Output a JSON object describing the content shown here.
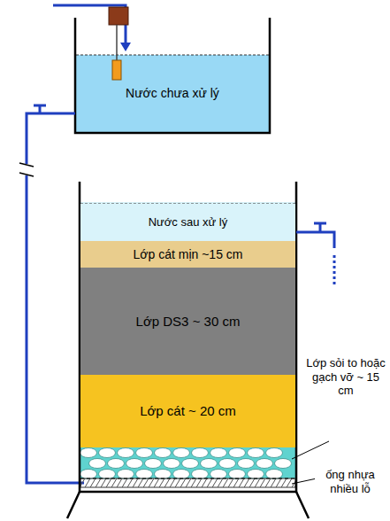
{
  "diagram": {
    "nodes": [
      {
        "text": [
          "Nước chưa xử lý"
        ]
      },
      {
        "text": [
          "Nước sau xử lý"
        ]
      },
      {
        "text": [
          "Lớp cát mịn ~15 cm"
        ]
      },
      {
        "text": [
          "Lớp DS3 ~ 30 cm"
        ]
      },
      {
        "text": [
          "Lớp cát ~ 20 cm"
        ]
      }
    ],
    "labels": [
      "Lớp sỏi to hoặc gạch vỡ ~ 15 cm",
      "ống nhựa nhiều lỗ"
    ]
  }
}
